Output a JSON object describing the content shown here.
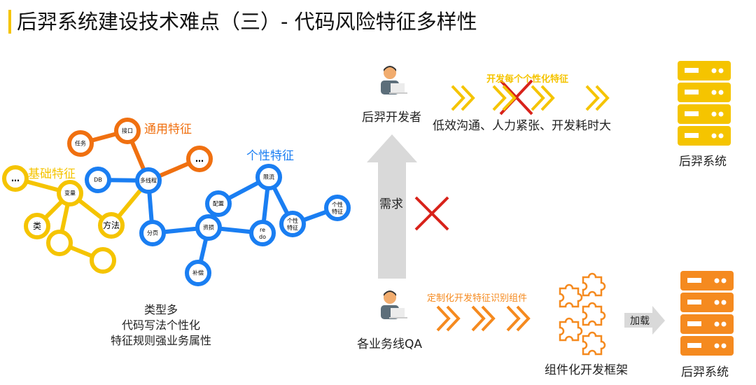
{
  "title": "后羿系统建设技术难点（三）- 代码风险特征多样性",
  "graph": {
    "group_labels": {
      "common": "通用特征",
      "basic": "基础特征",
      "personal": "个性特征"
    },
    "nodes": [
      "任务",
      "接口",
      "…",
      "…",
      "变量",
      "类",
      "方法",
      "",
      "",
      "DB",
      "多线程",
      "分页",
      "资损",
      "补偿",
      "配置",
      "限流",
      "redo",
      "个性特征",
      "个性特征"
    ],
    "summary": [
      "类型多",
      "代码写法个性化",
      "特征规则强业务属性"
    ]
  },
  "top_flow": {
    "actor": "后羿开发者",
    "arrow_caption": "开发每个个性化特征",
    "problem": "低效沟通、人力紧张、开发耗时大",
    "target": "后羿系统"
  },
  "middle": {
    "requirement": "需求"
  },
  "bottom_flow": {
    "actor": "各业务线QA",
    "arrow_caption": "定制化开发特征识别组件",
    "framework": "组件化开发框架",
    "load": "加载",
    "target": "后羿系统"
  },
  "colors": {
    "yellow": "#f5c400",
    "orange": "#f07010",
    "blue": "#1a7ef2",
    "red": "#d8221a",
    "bottom_orange": "#f58a1f"
  }
}
